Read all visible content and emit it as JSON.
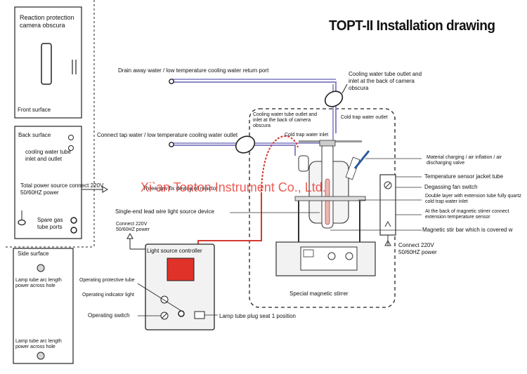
{
  "title": "TOPT-II Installation drawing",
  "watermark": "Xi`an Tonton Instrument Co., Ltd.",
  "panels": {
    "front": {
      "title": "Reaction protection camera obscura",
      "surface": "Front surface"
    },
    "back": {
      "title": "Back surface",
      "cooling": "cooling water tube inlet and outlet",
      "power": "Total power source connect 220V 50/60HZ power",
      "spare": "Spare gas tube ports"
    },
    "side": {
      "title": "Side surface",
      "hole_top": "Lamp tube arc length power across hole",
      "hole_bottom": "Lamp tube arc length power across hole"
    }
  },
  "labels": {
    "drain": "Drain away water / low temperature cooling water return port",
    "tap": "Connect tap water / low temperature cooling water outlet",
    "cw_back_top": "Cooling water tube outlet and inlet at the back of camera obscura",
    "cw_inner": "Cooling water tube outlet and inlet at the back of camera obscura",
    "cold_outlet": "Cold trap water outlet",
    "cold_inlet": "Cold trap water inlet",
    "material": "Material charging / air inflation / air discharging valve",
    "temp_sensor": "Temperature sensor jacket tube",
    "degassing": "Degassing fan switch",
    "double_layer": "Double layer with extension tube fully quartz cold trap water inlet",
    "back_stirrer": "At the back of magnetic stirrer connect extension temperature sensor",
    "stir_bar": "Magnetic stir bar which is covered w",
    "connect_220_right": "Connect 220V 50/60HZ power",
    "jaw": "Three jaw fix device of reactor",
    "single_lead": "Single-end lead wire light source device",
    "connect_220_left": "Connect 220V 50/60HZ power",
    "controller": "Light source controller",
    "protective": "Operating protective tube",
    "indicator": "Operating indicator light",
    "switch": "Operating switch",
    "plug": "Lamp tube plug seat 1 position",
    "stirrer": "Special magnetic stirrer"
  }
}
